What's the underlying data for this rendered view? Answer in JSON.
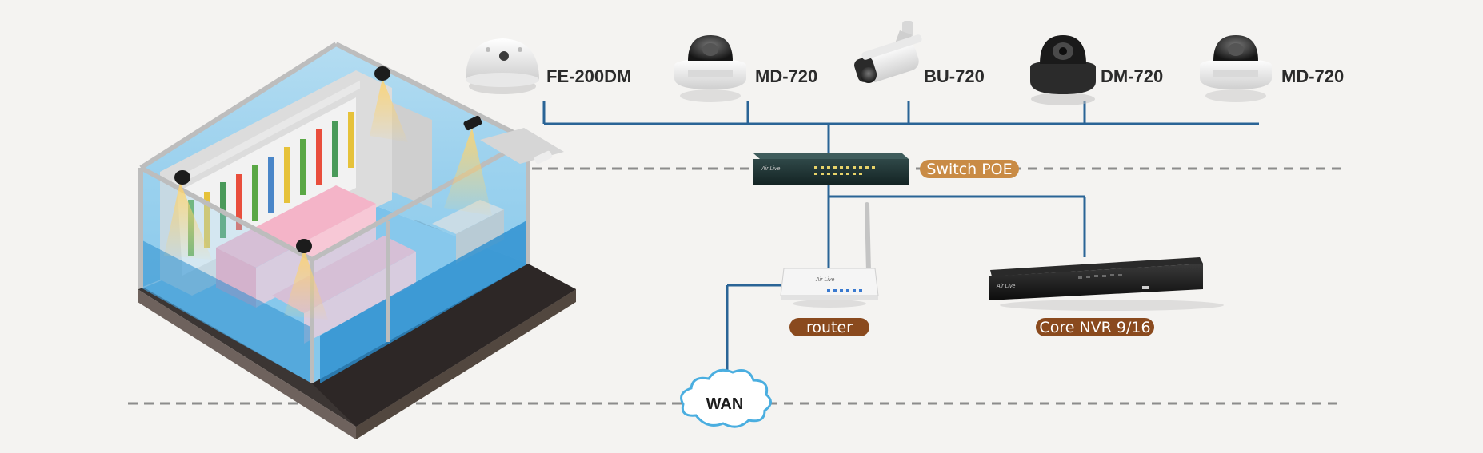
{
  "cameras": [
    {
      "label": "FE-200DM",
      "icon": "fisheye-camera-icon"
    },
    {
      "label": "MD-720",
      "icon": "dome-camera-icon"
    },
    {
      "label": "BU-720",
      "icon": "bullet-camera-icon"
    },
    {
      "label": "DM-720",
      "icon": "dark-dome-camera-icon"
    },
    {
      "label": "MD-720",
      "icon": "dome-camera-icon"
    }
  ],
  "switch": {
    "label": "Switch POE",
    "brand": "Air Live"
  },
  "router": {
    "label": "router",
    "brand": "Air Live"
  },
  "nvr": {
    "label": "Core NVR 9/16",
    "brand": "Air Live"
  },
  "wan": {
    "label": "WAN"
  },
  "colors": {
    "line": "#2a6496",
    "dashed": "#8c8c8c",
    "switch_pill": "#c98b45",
    "device_pill": "#8a4a1e",
    "background": "#f4f3f1"
  }
}
